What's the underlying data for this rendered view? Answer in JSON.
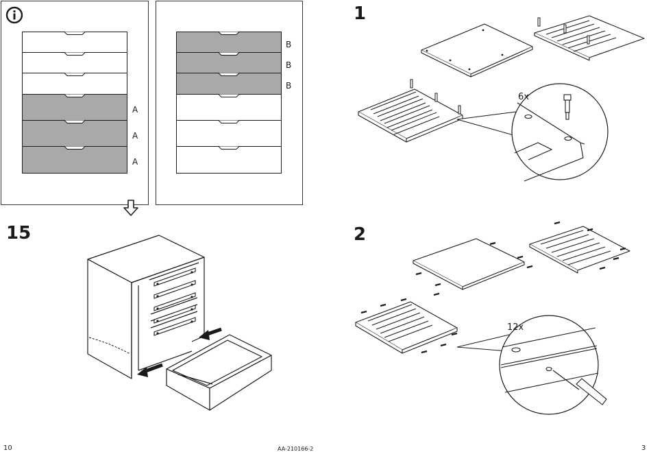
{
  "info_panel": {
    "info_icon_glyph": "i",
    "left_labels": [
      "A",
      "A",
      "A"
    ],
    "right_labels": [
      "B",
      "B",
      "B"
    ]
  },
  "steps": {
    "step15": "15",
    "step1": "1",
    "step2": "2"
  },
  "quantities": {
    "step1": "6x",
    "step2": "12x"
  },
  "footer": {
    "left_page": "10",
    "doc_code": "AA-210166-2",
    "right_page": "3"
  },
  "colors": {
    "line": "#1a1a1a",
    "shaded_drawer": "#a9a9a9",
    "panel_fill": "#ffffff"
  }
}
